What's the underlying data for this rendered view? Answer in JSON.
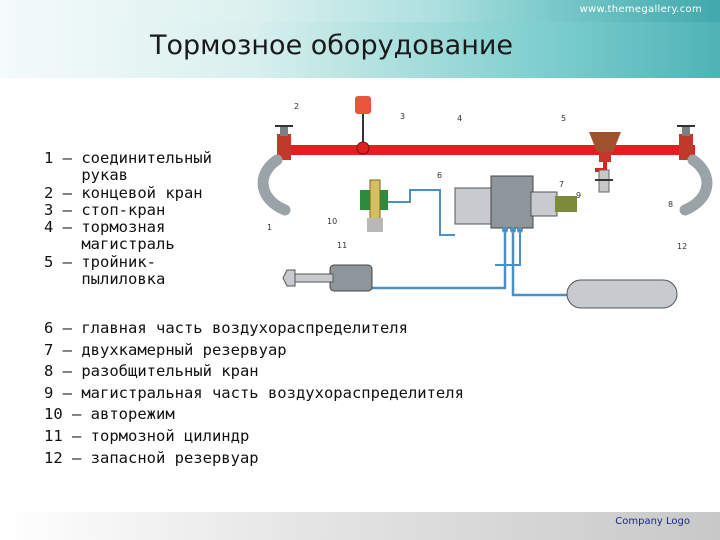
{
  "header": {
    "site": "www.themegallery.com",
    "title": "Тормозное оборудование"
  },
  "legend_top": [
    "1 – соединительный",
    "    рукав",
    "2 – концевой кран",
    "3 – стоп-кран",
    "4 – тормозная",
    "    магистраль",
    "5 – тройник-",
    "    пылиловка"
  ],
  "legend_bottom": [
    "6 – главная часть воздухораспределителя",
    "7 – двухкамерный резервуар",
    "8 – разобщительный кран",
    "9 – магистральная часть воздухораспределителя",
    "10 – авторежим",
    "11 – тормозной цилиндр",
    "12 – запасной резервуар"
  ],
  "diagram": {
    "labels": [
      "1",
      "2",
      "3",
      "4",
      "5",
      "6",
      "7",
      "8",
      "9",
      "10",
      "11",
      "12"
    ],
    "colors": {
      "pipe": "#e02020",
      "hose": "#9aa3a8",
      "air_line": "#4a90c8",
      "cock": "#c0392b",
      "autoregime": "#2e8b3e"
    }
  },
  "footer": {
    "company": "Company Logo"
  }
}
